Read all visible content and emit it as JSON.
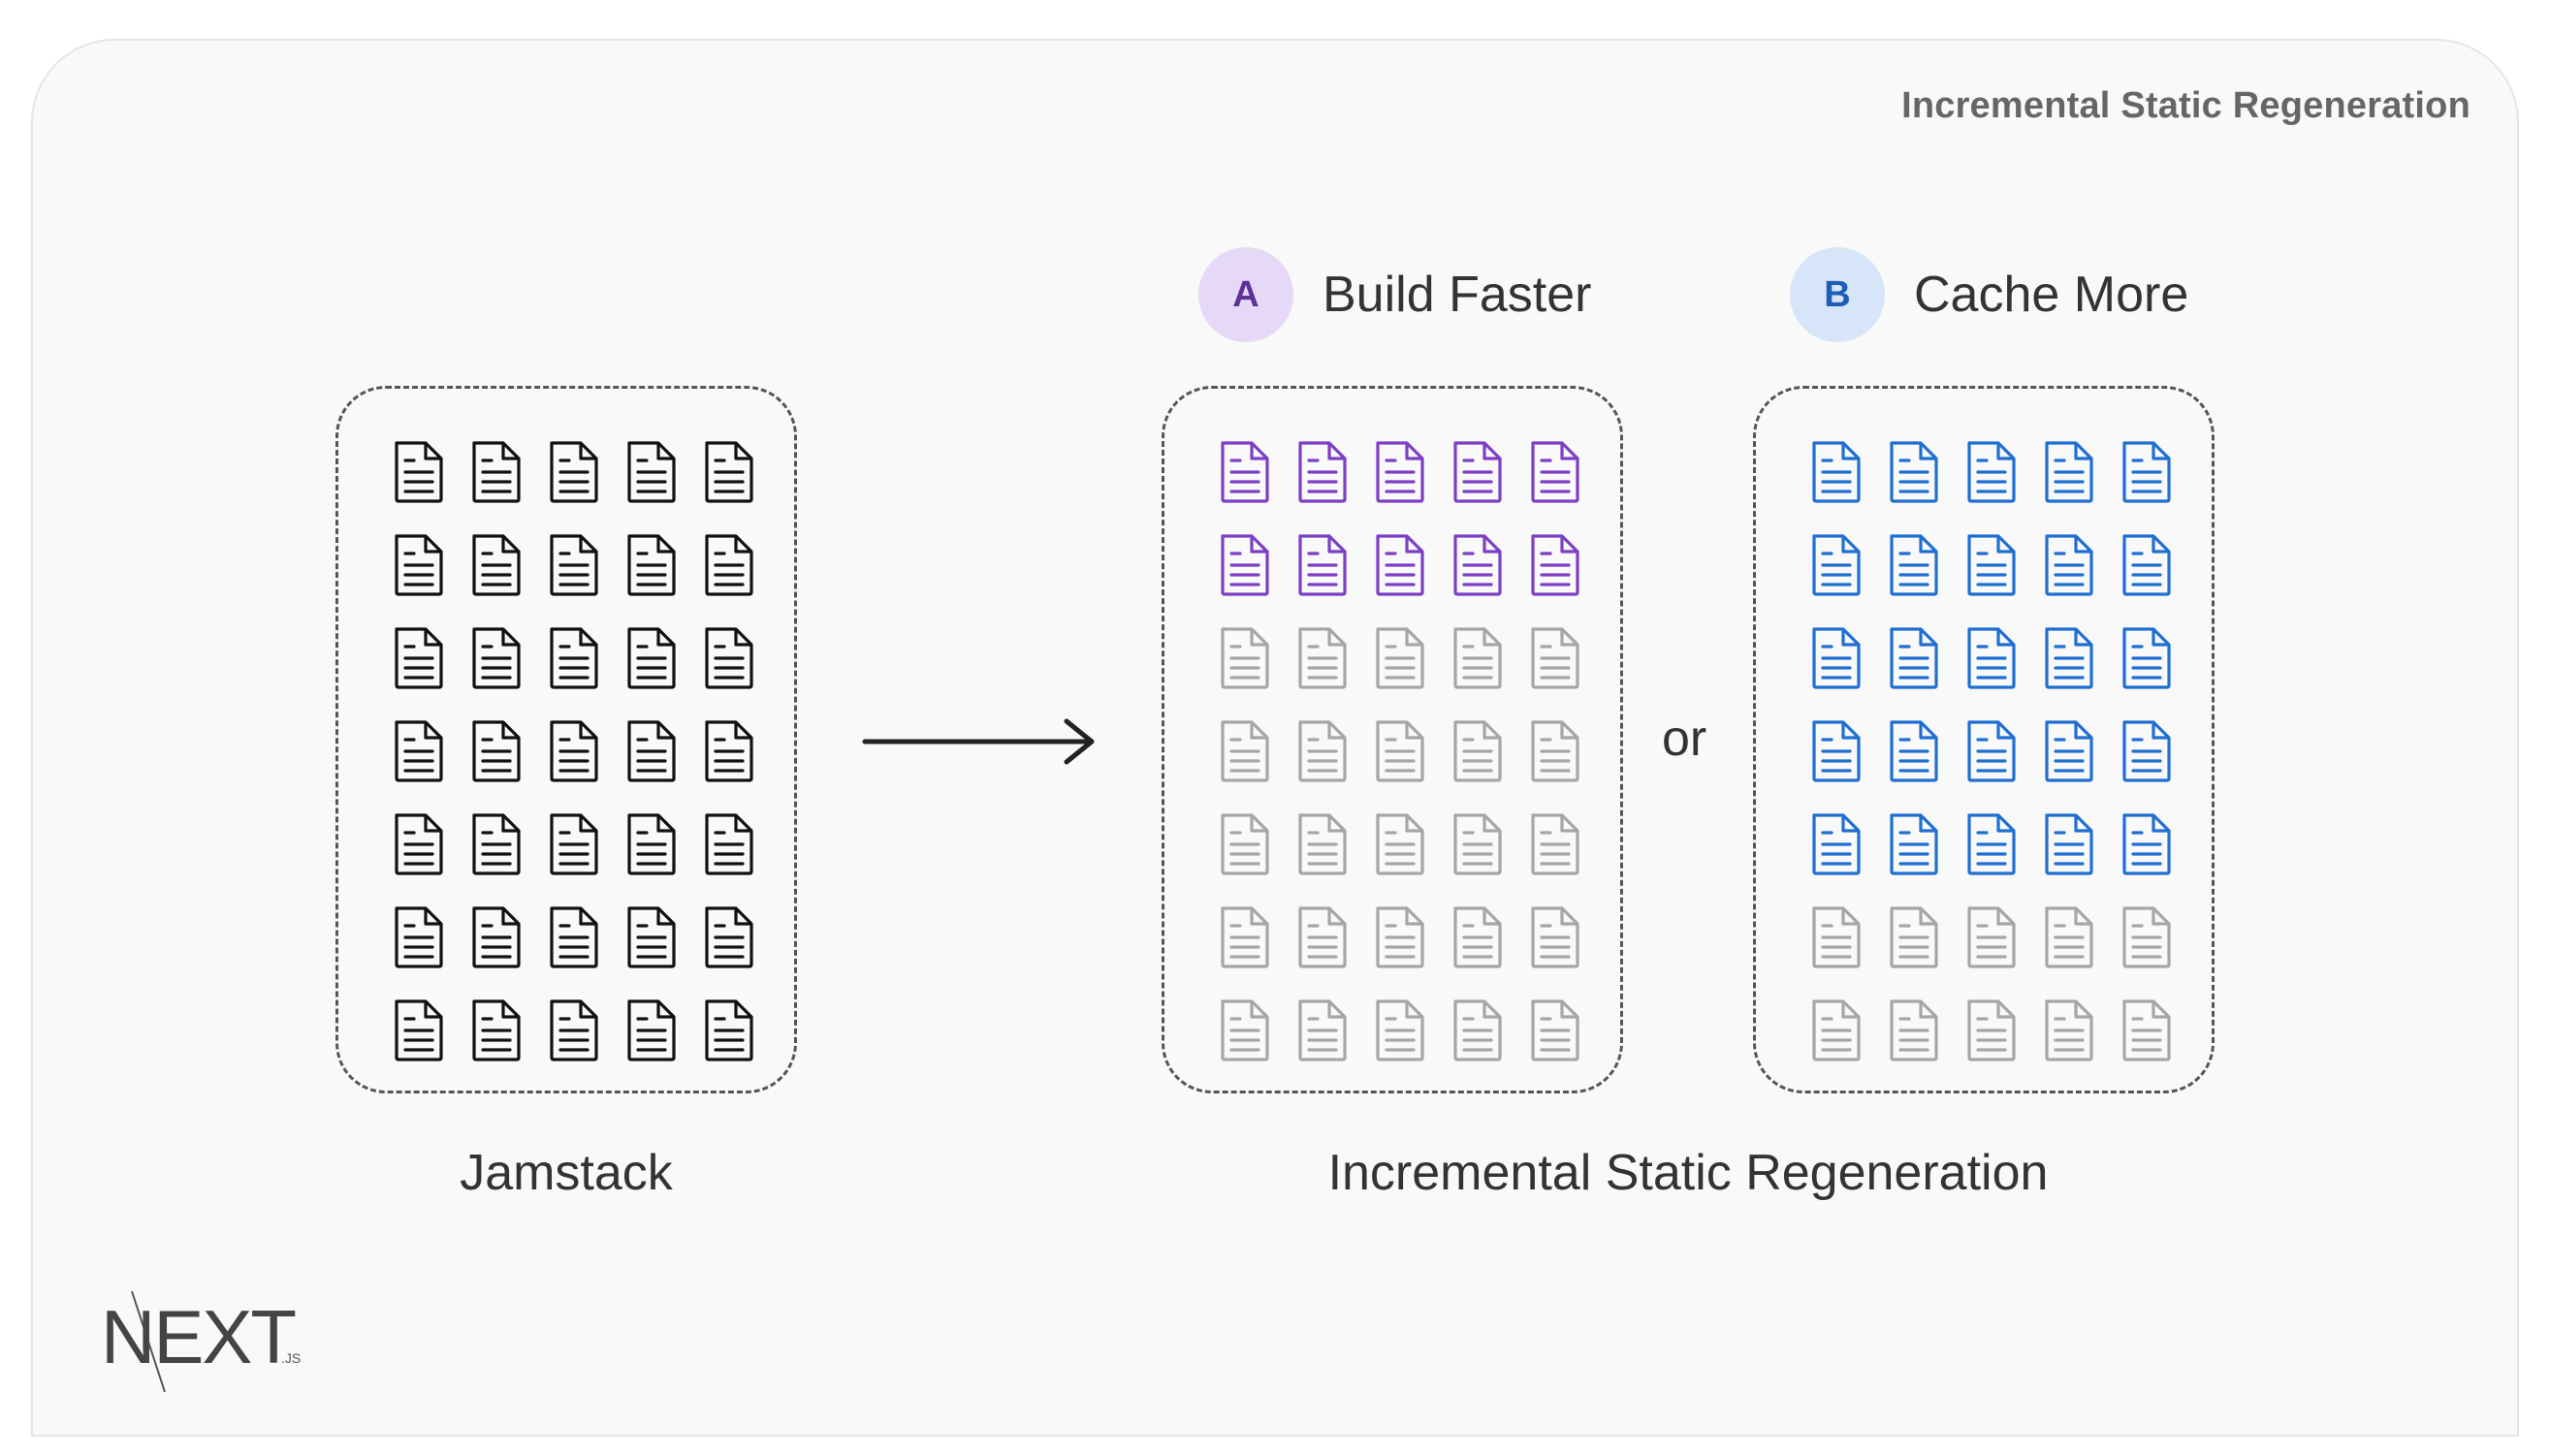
{
  "header": {
    "label": "Incremental Static Regeneration"
  },
  "option_a": {
    "badge": "A",
    "title": "Build Faster"
  },
  "option_b": {
    "badge": "B",
    "title": "Cache More"
  },
  "connector": {
    "or": "or"
  },
  "captions": {
    "left": "Jamstack",
    "right": "Incremental Static Regeneration"
  },
  "logo": {
    "text": "NEXT",
    "suffix": ".JS"
  },
  "panels": [
    {
      "name": "jamstack",
      "rows": 7,
      "cols": 5,
      "active_rows": 7,
      "active_color": "#111111",
      "inactive_color": "#a6a6a6"
    },
    {
      "name": "build-faster",
      "rows": 7,
      "cols": 5,
      "active_rows": 2,
      "active_color": "#7d3fc4",
      "inactive_color": "#a6a6a6"
    },
    {
      "name": "cache-more",
      "rows": 7,
      "cols": 5,
      "active_rows": 5,
      "active_color": "#1f6fd1",
      "inactive_color": "#a6a6a6"
    }
  ]
}
